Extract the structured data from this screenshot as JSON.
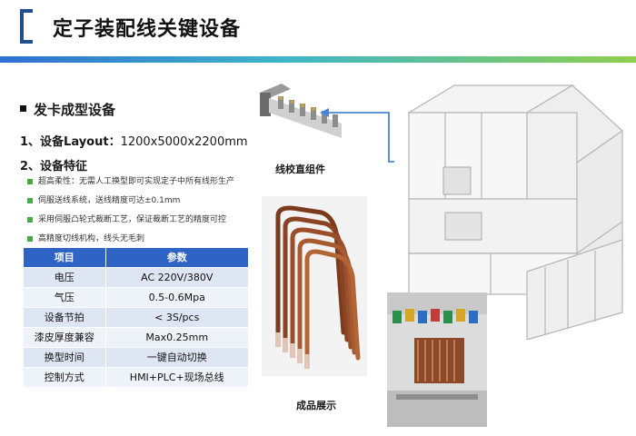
{
  "header": {
    "title": "定子装配线关键设备"
  },
  "section": {
    "heading": "发卡成型设备",
    "layout_label": "1、设备Layout：",
    "layout_value": "1200x5000x2200mm",
    "features_heading": "2、设备特征",
    "features": [
      "超高柔性：无需人工换型即可实现定子中所有线形生产",
      "伺服送线系统，送线精度可达±0.1mm",
      "采用伺服凸轮式裁断工艺，保证裁断工艺的精度可控",
      "高精度切线机构，线头无毛刺"
    ]
  },
  "spec_table": {
    "headers": [
      "项目",
      "参数"
    ],
    "rows": [
      [
        "电压",
        "AC 220V/380V"
      ],
      [
        "气压",
        "0.5-0.6Mpa"
      ],
      [
        "设备节拍",
        "< 3S/pcs"
      ],
      [
        "漆皮厚度兼容",
        "Max0.25mm"
      ],
      [
        "换型时间",
        "一键自动切换"
      ],
      [
        "控制方式",
        "HMI+PLC+现场总线"
      ]
    ]
  },
  "images": {
    "component_label": "线校直组件",
    "product_label": "成品展示"
  },
  "colors": {
    "accent": "#1f4f8f",
    "table_header": "#2f64c4",
    "check": "#4aa84a"
  }
}
